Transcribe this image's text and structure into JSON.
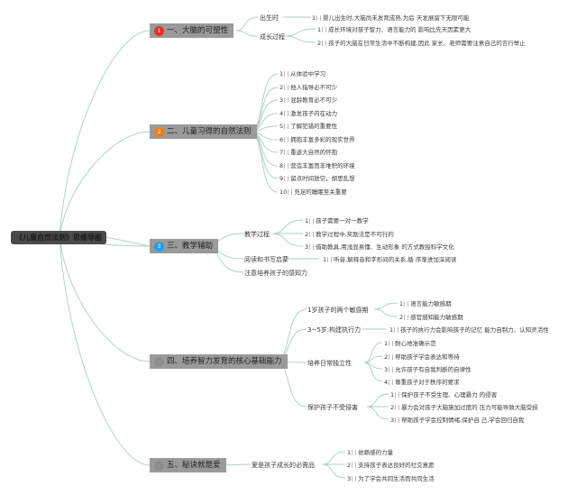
{
  "root": {
    "label": "《儿童自然法则》思维导图"
  },
  "colors": {
    "line": "#a9cfc7",
    "branch_bg": "#9a9a9a",
    "root_bg": "#4a4a4a",
    "badge_red": "#e8331c",
    "badge_orange": "#f07a1c",
    "badge_blue": "#1ea0e8",
    "badge_gray": "#8c8c8c"
  },
  "branches": [
    {
      "label": "一、大脑的可塑性",
      "badge": "1",
      "children": [
        {
          "label": "出生时",
          "children": [
            {
              "num": "1",
              "label": "婴儿出生时,大脑尚未发育成熟,为后 天发展留下无限可能"
            }
          ]
        },
        {
          "label": "成长过程",
          "children": [
            {
              "num": "1",
              "label": "成长环境对孩子智力、语言能力的 影响比先天因素更大"
            },
            {
              "num": "2",
              "label": "孩子的大脑在日常生活中不断构建,因此 家长、老师需要注意自己的言行举止"
            }
          ]
        }
      ]
    },
    {
      "label": "二、儿童习得的自然法则",
      "badge": "2",
      "children": [
        {
          "num": "1",
          "label": "从体验中学习"
        },
        {
          "num": "2",
          "label": "他人指导必不可少"
        },
        {
          "num": "3",
          "label": "混龄教育必不可少"
        },
        {
          "num": "4",
          "label": "激发孩子内在动力"
        },
        {
          "num": "5",
          "label": "了解犯错的重要性"
        },
        {
          "num": "6",
          "label": "拥抱丰富多彩的现实世界"
        },
        {
          "num": "7",
          "label": "重返大自然的怀抱"
        },
        {
          "num": "8",
          "label": "营造丰富而非堆积的环境"
        },
        {
          "num": "9",
          "label": "留点时间放空，胡思乱想"
        },
        {
          "num": "10",
          "label": "充足的睡眠至关重要"
        }
      ]
    },
    {
      "label": "三、教学辅助",
      "badge": "3",
      "children": [
        {
          "label": "教学过程",
          "children": [
            {
              "num": "1",
              "label": "孩子需要一对一教学"
            },
            {
              "num": "2",
              "label": "教学过程中,奖励法是不可行的"
            },
            {
              "num": "3",
              "label": "借助教具,用浅显易懂、生动形象 的方式教授科学文化"
            }
          ]
        },
        {
          "label": "阅读和书写启蒙",
          "children": [
            {
              "num": "1",
              "label": "听音,解释音和字形间的关系,循 序渐进加深阅读"
            }
          ]
        },
        {
          "label": "注意培养孩子的感知力",
          "children": []
        }
      ]
    },
    {
      "label": "四、培养智力发育的核心基础能力",
      "badge": "",
      "children": [
        {
          "label": "1岁孩子的两个敏感期",
          "children": [
            {
              "num": "1",
              "label": "语言能力敏感期"
            },
            {
              "num": "2",
              "label": "感官感知能力敏感期"
            }
          ]
        },
        {
          "label": "3~5岁:构建执行力",
          "children": [
            {
              "num": "1",
              "label": "孩子的执行力会影响孩子的记忆 能力自制力、认知灵活性"
            }
          ]
        },
        {
          "label": "培养日常独立性",
          "children": [
            {
              "num": "1",
              "label": "耐心地准确示范"
            },
            {
              "num": "2",
              "label": "帮助孩子学会表达和等待"
            },
            {
              "num": "3",
              "label": "允许孩子有自我判断的自律性"
            },
            {
              "num": "4",
              "label": "尊重孩子对于秩序的要求"
            }
          ]
        },
        {
          "label": "保护孩子不受侵害",
          "children": [
            {
              "num": "1",
              "label": "保护孩子不受生理、心理暴力 的侵害"
            },
            {
              "num": "2",
              "label": "暴力会对孩子大脑施加过度的 压力可能导致大脑受损"
            },
            {
              "num": "3",
              "label": "帮助孩子学会控制情绪,保护自 己,学会回归自我"
            }
          ]
        }
      ]
    },
    {
      "label": "五、秘诀就是爱",
      "badge": "",
      "children": [
        {
          "label": "爱是孩子成长的必需品",
          "children": [
            {
              "num": "1",
              "label": "依赖感的力量"
            },
            {
              "num": "2",
              "label": "支持孩子表达良好的社交意愿"
            },
            {
              "num": "3",
              "label": "为了学会共同生活而共同生活"
            }
          ]
        }
      ]
    }
  ]
}
